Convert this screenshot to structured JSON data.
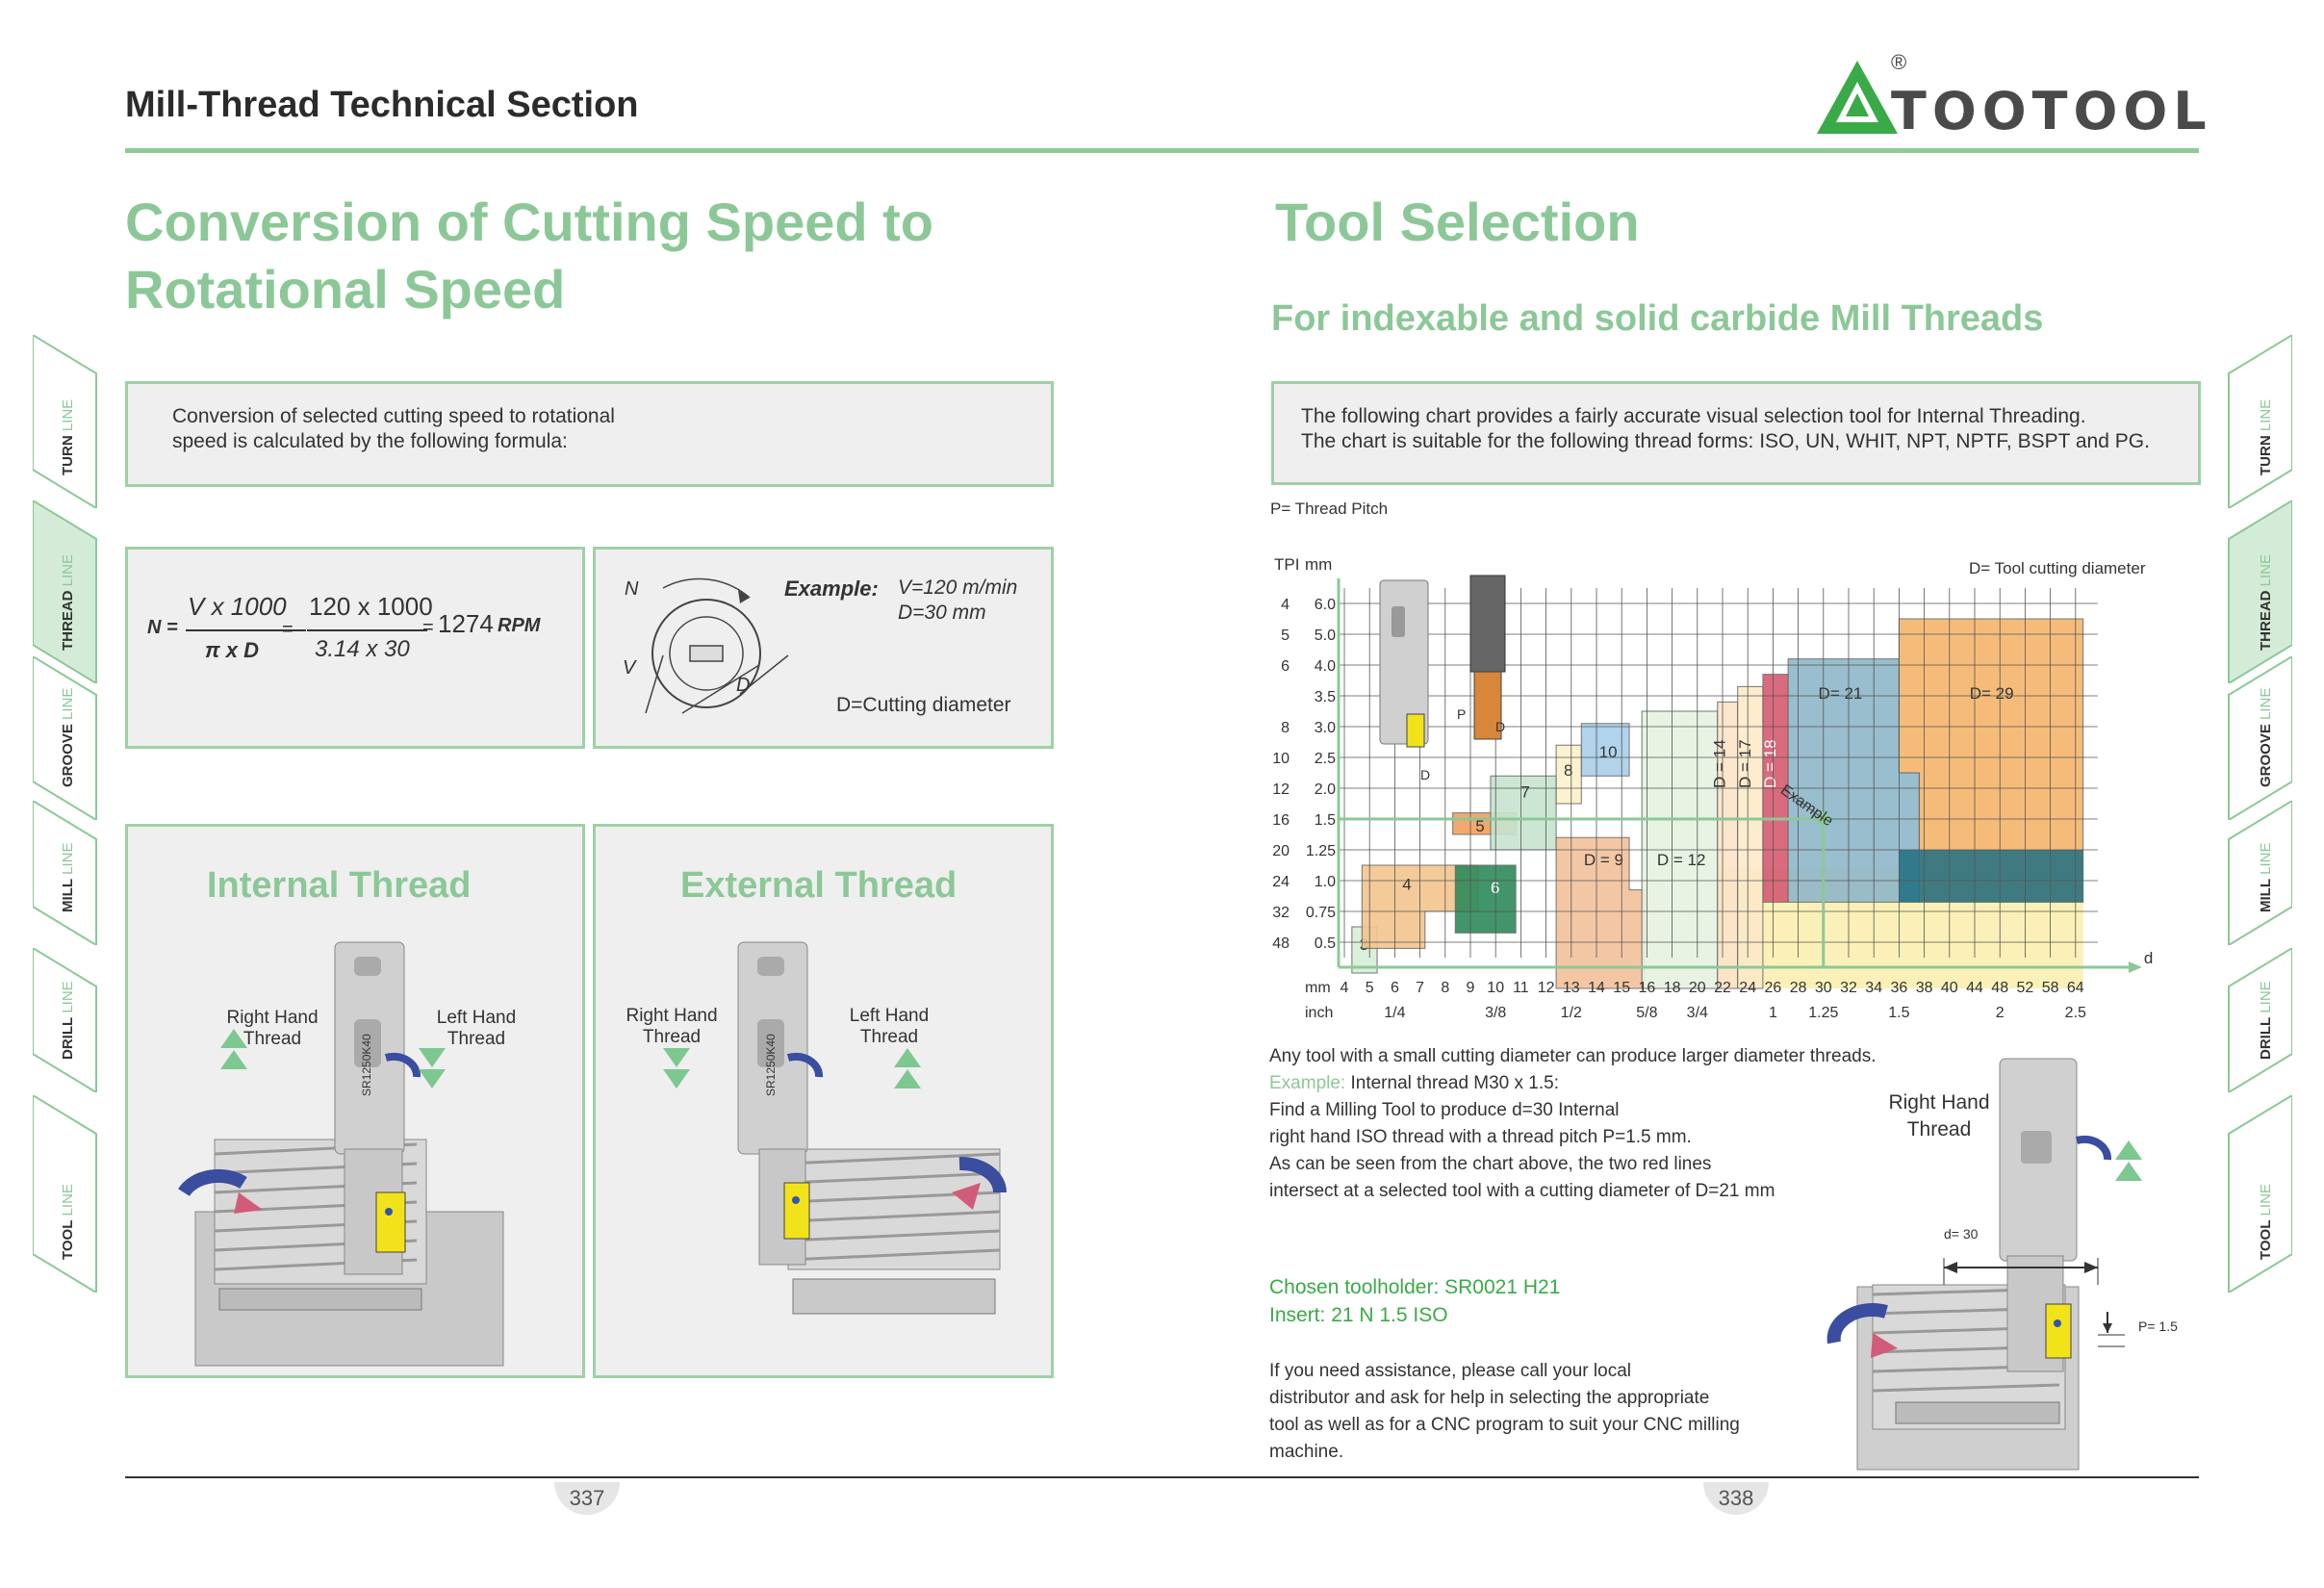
{
  "header": {
    "title": "Mill-Thread Technical Section",
    "logo_text": "TOOTOOL",
    "logo_mark": "®"
  },
  "left": {
    "heading_line1": "Conversion of Cutting Speed to",
    "heading_line2": "Rotational Speed",
    "intro_line1": "Conversion of selected cutting speed to rotational",
    "intro_line2": "speed is calculated by the following formula:",
    "formula": {
      "n_label": "N =",
      "num1": "V x 1000",
      "den1": "π x D",
      "eq1": "=",
      "num2": "120 x 1000",
      "den2": "3.14 x 30",
      "eq2": "=",
      "result": "1274",
      "unit": "RPM"
    },
    "example": {
      "label": "Example:",
      "v": "V=120 m/min",
      "d": "D=30 mm",
      "note": "D=Cutting diameter",
      "n_letter": "N",
      "v_letter": "V",
      "d_letter": "D"
    },
    "internal": {
      "title": "Internal  Thread",
      "right_hand": "Right Hand",
      "right_thread": "Thread",
      "left_hand": "Left Hand",
      "left_thread": "Thread",
      "tool_code": "SR1250K40"
    },
    "external": {
      "title": "External  Thread",
      "right_hand": "Right Hand",
      "right_thread": "Thread",
      "left_hand": "Left Hand",
      "left_thread": "Thread",
      "tool_code": "SR1250K40"
    },
    "page_number": "337"
  },
  "right": {
    "heading": "Tool Selection",
    "subheading": "For indexable and solid carbide Mill Threads",
    "intro_line1": "The following chart provides a fairly accurate visual selection tool for Internal Threading.",
    "intro_line2": "The chart is suitable for the following thread forms: ISO, UN, WHIT, NPT, NPTF, BSPT and PG.",
    "page_number": "338",
    "body": {
      "line1": "Any tool with a small cutting diameter can produce larger diameter threads.",
      "example_label": "Example:",
      "line2": " Internal thread M30 x 1.5:",
      "line3": "Find a Milling Tool to produce d=30 Internal",
      "line4": "right hand ISO thread with a thread pitch P=1.5 mm.",
      "line5": "As can be seen from the chart above, the two red lines",
      "line6": "intersect at a selected tool with a cutting diameter of D=21 mm",
      "chosen1": "Chosen toolholder: SR0021 H21",
      "chosen2": "Insert: 21 N 1.5 ISO",
      "assist1": "If you need assistance, please call your local",
      "assist2": "distributor and ask for help in selecting the appropriate",
      "assist3": "tool as well as for a CNC program to suit your CNC milling",
      "assist4": "machine."
    },
    "illustration": {
      "right_hand": "Right Hand",
      "thread": "Thread",
      "d_label": "d= 30",
      "p_label": "P= 1.5"
    }
  },
  "side_tabs": [
    {
      "bold": "TURN",
      "light": " LINE"
    },
    {
      "bold": "THREAD",
      "light": " LINE"
    },
    {
      "bold": "GROOVE",
      "light": " LINE"
    },
    {
      "bold": "MILL",
      "light": " LINE"
    },
    {
      "bold": "DRILL",
      "light": " LINE"
    },
    {
      "bold": "TOOL",
      "light": " LINE"
    }
  ],
  "chart_data": {
    "type": "table",
    "title": "",
    "y_axis_title": "P= Thread Pitch",
    "x_axis_title": "d",
    "legend_note": "D= Tool cutting diameter",
    "tpi_header": "TPI",
    "mm_header": "mm",
    "y_tpi": [
      "4",
      "5",
      "6",
      "",
      "8",
      "10",
      "12",
      "16",
      "20",
      "24",
      "32",
      "48"
    ],
    "y_mm": [
      "6.0",
      "5.0",
      "4.0",
      "3.5",
      "3.0",
      "2.5",
      "2.0",
      "1.5",
      "1.25",
      "1.0",
      "0.75",
      "0.5"
    ],
    "x_mm_label": "mm",
    "x_mm": [
      "4",
      "5",
      "6",
      "7",
      "8",
      "9",
      "10",
      "11",
      "12",
      "13",
      "14",
      "15",
      "16",
      "18",
      "20",
      "22",
      "24",
      "26",
      "28",
      "30",
      "32",
      "34",
      "36",
      "38",
      "40",
      "44",
      "48",
      "52",
      "58",
      "64"
    ],
    "x_inch_label": "inch",
    "x_inch": [
      {
        "label": "1/4",
        "at": "6"
      },
      {
        "label": "3/8",
        "at": "10"
      },
      {
        "label": "1/2",
        "at": "13"
      },
      {
        "label": "5/8",
        "at": "16"
      },
      {
        "label": "3/4",
        "at": "20"
      },
      {
        "label": "1",
        "at": "26"
      },
      {
        "label": "1.25",
        "at": "30"
      },
      {
        "label": "1.5",
        "at": "36"
      },
      {
        "label": "2",
        "at": "48"
      },
      {
        "label": "2.5",
        "at": "64"
      }
    ],
    "regions": [
      {
        "label": "3"
      },
      {
        "label": "4"
      },
      {
        "label": "5"
      },
      {
        "label": "6"
      },
      {
        "label": "7"
      },
      {
        "label": "8"
      },
      {
        "label": "10"
      },
      {
        "label": "D = 9"
      },
      {
        "label": "D = 12"
      },
      {
        "label": "D = 14"
      },
      {
        "label": "D = 17"
      },
      {
        "label": "D = 18"
      },
      {
        "label": "D= 21"
      },
      {
        "label": "D= 29"
      }
    ],
    "example": {
      "label": "Example",
      "d": "30",
      "p": "1.5"
    },
    "tool_labels": {
      "p": "P",
      "d": "D"
    }
  }
}
